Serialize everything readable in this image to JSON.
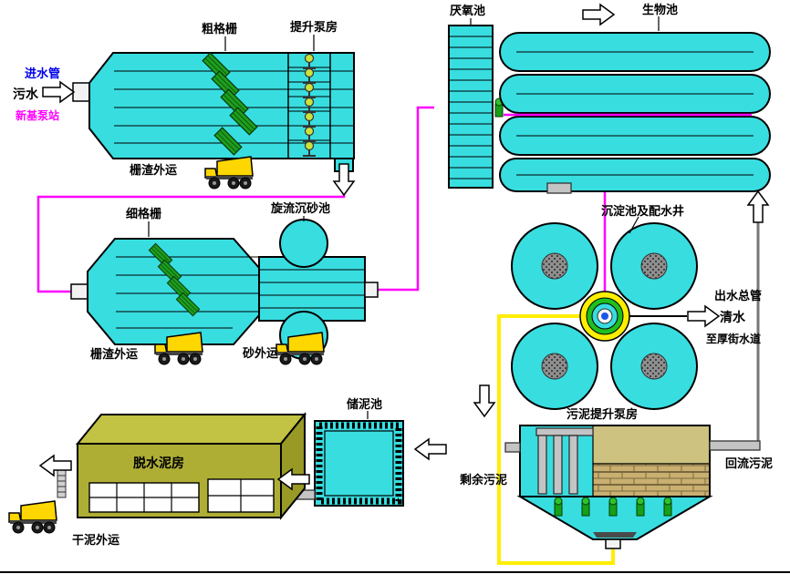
{
  "diagram": {
    "labels": {
      "inlet_pipe": "进水管",
      "sewage": "污水",
      "xinji_pump_station": "新基泵站",
      "coarse_screen": "粗格栅",
      "lift_pump_house": "提升泵房",
      "screen_residue_out_a": "栅渣外运",
      "fine_screen": "细格栅",
      "vortex_grit_chamber": "旋流沉砂池",
      "screen_residue_out_b": "栅渣外运",
      "grit_out": "砂外运",
      "anaerobic_tank": "厌氧池",
      "biological_tank": "生物池",
      "sedimentation_well": "沉淀池及配水井",
      "outlet_main": "出水总管",
      "clear_water": "清水",
      "to_houjie_waterway": "至厚街水道",
      "sludge_storage_tank": "储泥池",
      "dewatering_house": "脱水泥房",
      "dry_sludge_out": "干泥外运",
      "excess_sludge": "剩余污泥",
      "sludge_lift_pump_house": "污泥提升泵房",
      "return_sludge": "回流污泥"
    },
    "colors": {
      "tank_cyan": "#38DDE0",
      "flow_magenta": "#FF00FF",
      "flow_yellow": "#FFEE00",
      "screen_green": "#1F9E1F",
      "building_olive": "#AEAE35",
      "truck_yellow": "#FFD700",
      "inlet_label_blue": "#0000EE"
    }
  }
}
